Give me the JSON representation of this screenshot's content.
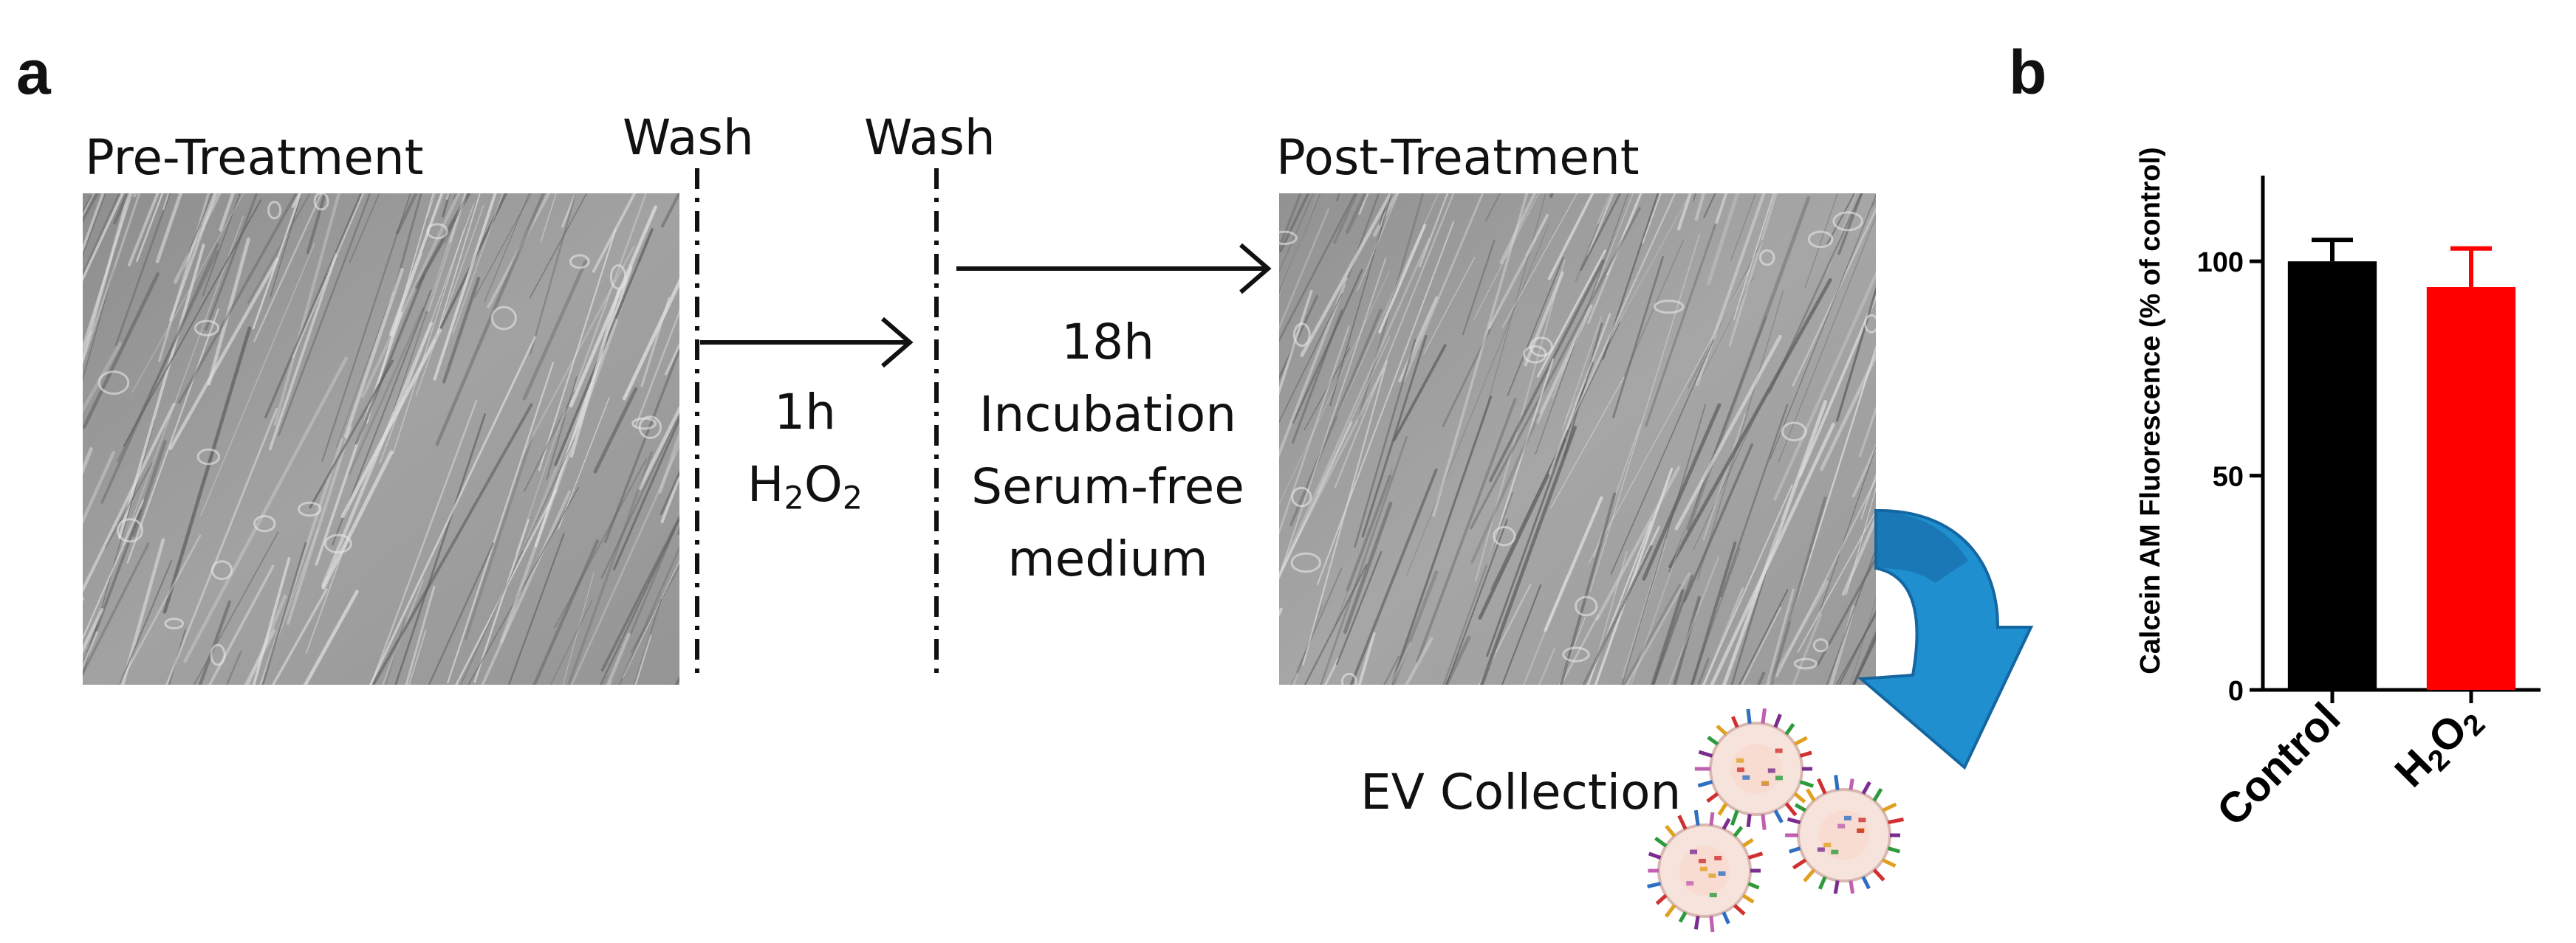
{
  "panel_a": {
    "letter": "a",
    "pre_treatment_label": "Pre-Treatment",
    "post_treatment_label": "Post-Treatment",
    "wash_label_1": "Wash",
    "wash_label_2": "Wash",
    "step1_time": "1h",
    "step1_reagent_main": "H",
    "step1_reagent_sub": "2",
    "step1_reagent_tail": "O",
    "step1_reagent_tail_sub": "2",
    "step2_line1": "18h",
    "step2_line2": "Incubation",
    "step2_line3": "Serum-free",
    "step2_line4": "medium",
    "ev_label": "EV Collection",
    "colors": {
      "arrow_blue": "#1f8fcf",
      "arrow_blue_dark": "#1466a0"
    }
  },
  "panel_b": {
    "letter": "b",
    "chart_data": {
      "type": "bar",
      "categories": [
        "Control",
        "H2O2"
      ],
      "category_display": [
        {
          "main": "Control",
          "sub": "",
          "tail": "",
          "tail_sub": ""
        },
        {
          "main": "H",
          "sub": "2",
          "tail": "O",
          "tail_sub": "2"
        }
      ],
      "values": [
        100,
        94
      ],
      "error_plus": [
        5,
        9
      ],
      "ylabel": "Calcein AM Fluorescence (% of control)",
      "xlabel": "",
      "ylim": [
        0,
        120
      ],
      "yticks": [
        0,
        50,
        100
      ],
      "ytick_labels": [
        "0",
        "50",
        "100"
      ],
      "bar_colors": [
        "#000000",
        "#ff0000"
      ],
      "grid": false,
      "legend": "none"
    }
  }
}
